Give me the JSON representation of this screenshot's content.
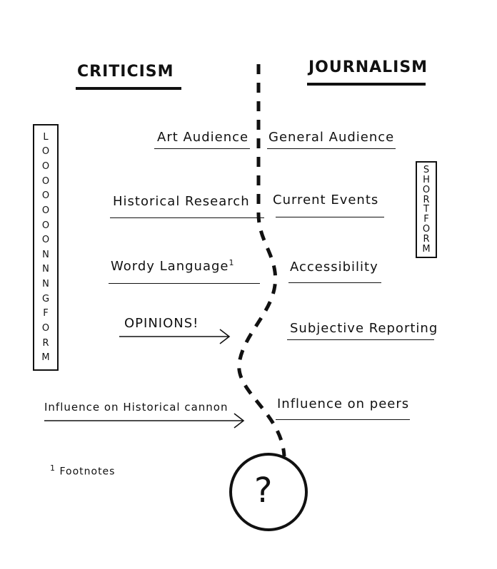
{
  "headers": {
    "left": "CRITICISM",
    "right": "JOURNALISM"
  },
  "left_box": "LOOOOOOONNNG FORM",
  "right_box": "SHORT FORM",
  "rows": [
    {
      "left": "Art Audience",
      "right": "General Audience"
    },
    {
      "left": "Historical Research",
      "right": "Current Events"
    },
    {
      "left": "Wordy Language",
      "left_sup": "1",
      "right": "Accessibility"
    },
    {
      "left": "OPINIONS!",
      "right": "Subjective Reporting"
    },
    {
      "left": "Influence on Historical cannon",
      "right": "Influence on peers"
    }
  ],
  "footnote": {
    "mark": "1",
    "text": "Footnotes"
  },
  "end_symbol": "?"
}
